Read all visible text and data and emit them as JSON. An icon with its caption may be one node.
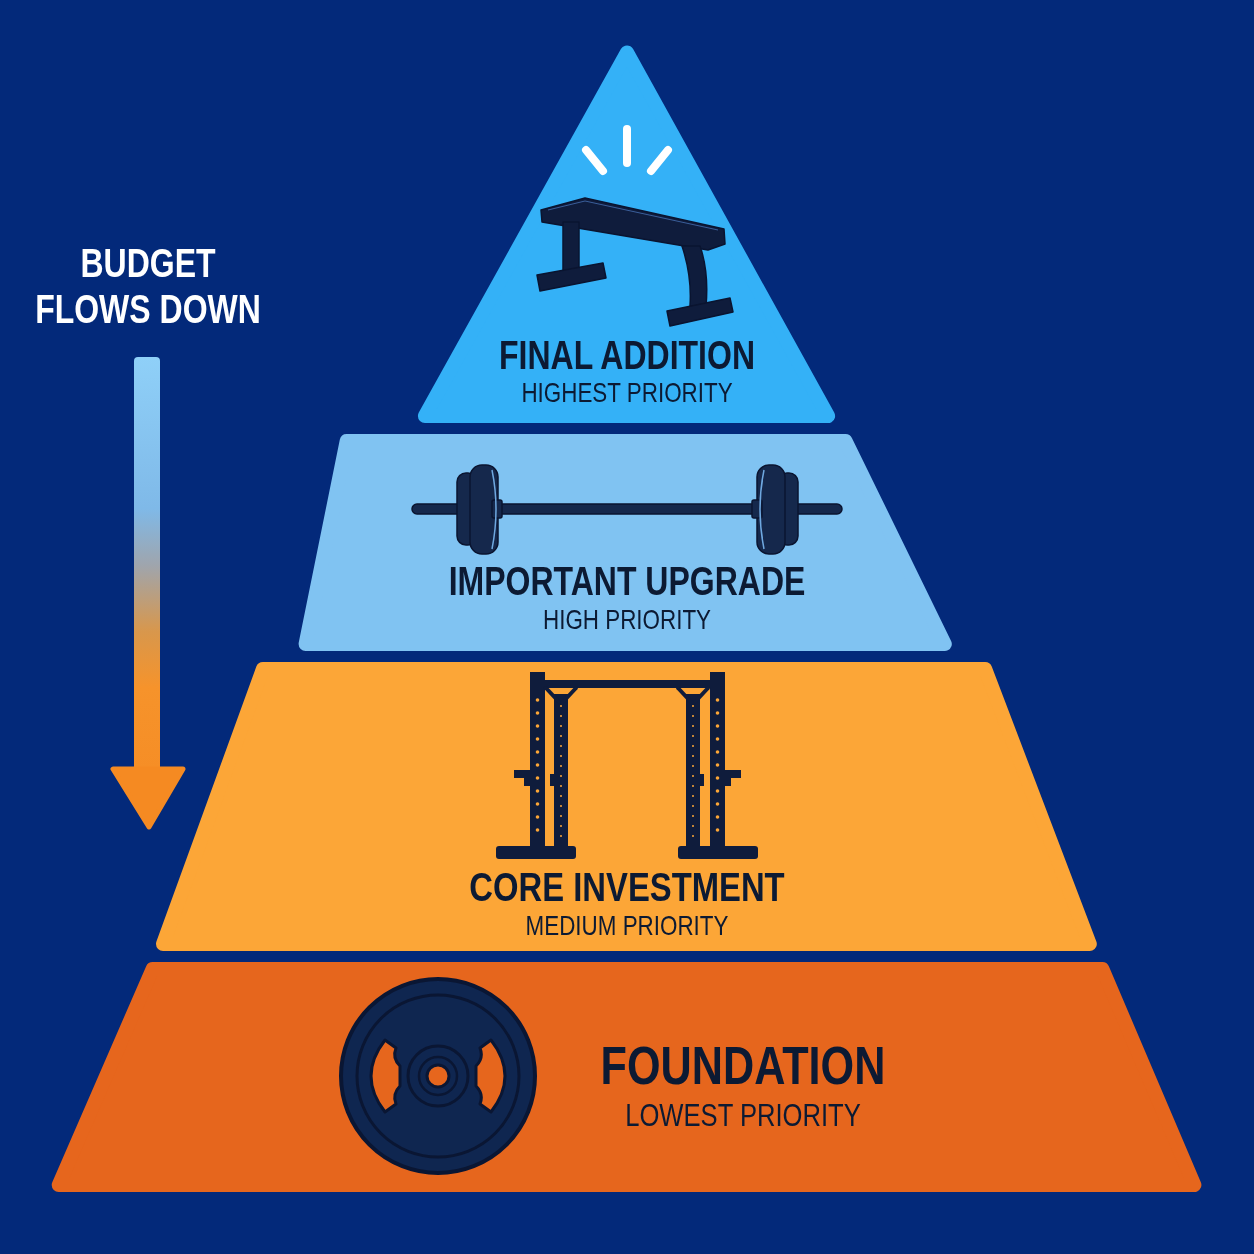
{
  "diagram": {
    "nodes": [
      {
        "text": [
          "FINAL ADDITION",
          "HIGHEST PRIORITY"
        ]
      },
      {
        "text": [
          "IMPORTANT UPGRADE",
          "HIGH PRIORITY"
        ]
      },
      {
        "text": [
          "CORE INVESTMENT",
          "MEDIUM PRIORITY"
        ]
      },
      {
        "text": [
          "FOUNDATION",
          "LOWEST PRIORITY"
        ]
      }
    ],
    "labels": [
      "BUDGET FLOWS DOWN"
    ]
  }
}
